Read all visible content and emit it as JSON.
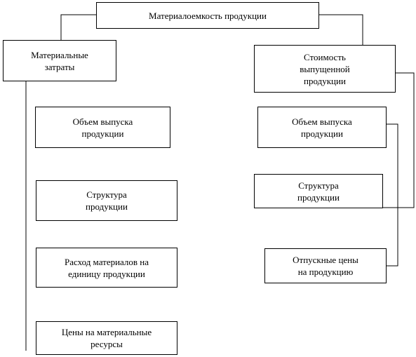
{
  "diagram": {
    "root": {
      "label": "Материалоемкость   продукции"
    },
    "left_branch": {
      "label": "Материальные\nзатраты",
      "factors": [
        {
          "label": "Объем  выпуска\nпродукции"
        },
        {
          "label": "Структура\nпродукции"
        },
        {
          "label": "Расход материалов на\nединицу продукции"
        },
        {
          "label": "Цены на материальные\nресурсы"
        }
      ]
    },
    "right_branch": {
      "label": "Стоимость\nвыпущенной\nпродукции",
      "factors": [
        {
          "label": "Объем  выпуска\nпродукции"
        },
        {
          "label": "Структура\nпродукции"
        },
        {
          "label": "Отпускные цены\nна продукцию"
        }
      ]
    }
  }
}
